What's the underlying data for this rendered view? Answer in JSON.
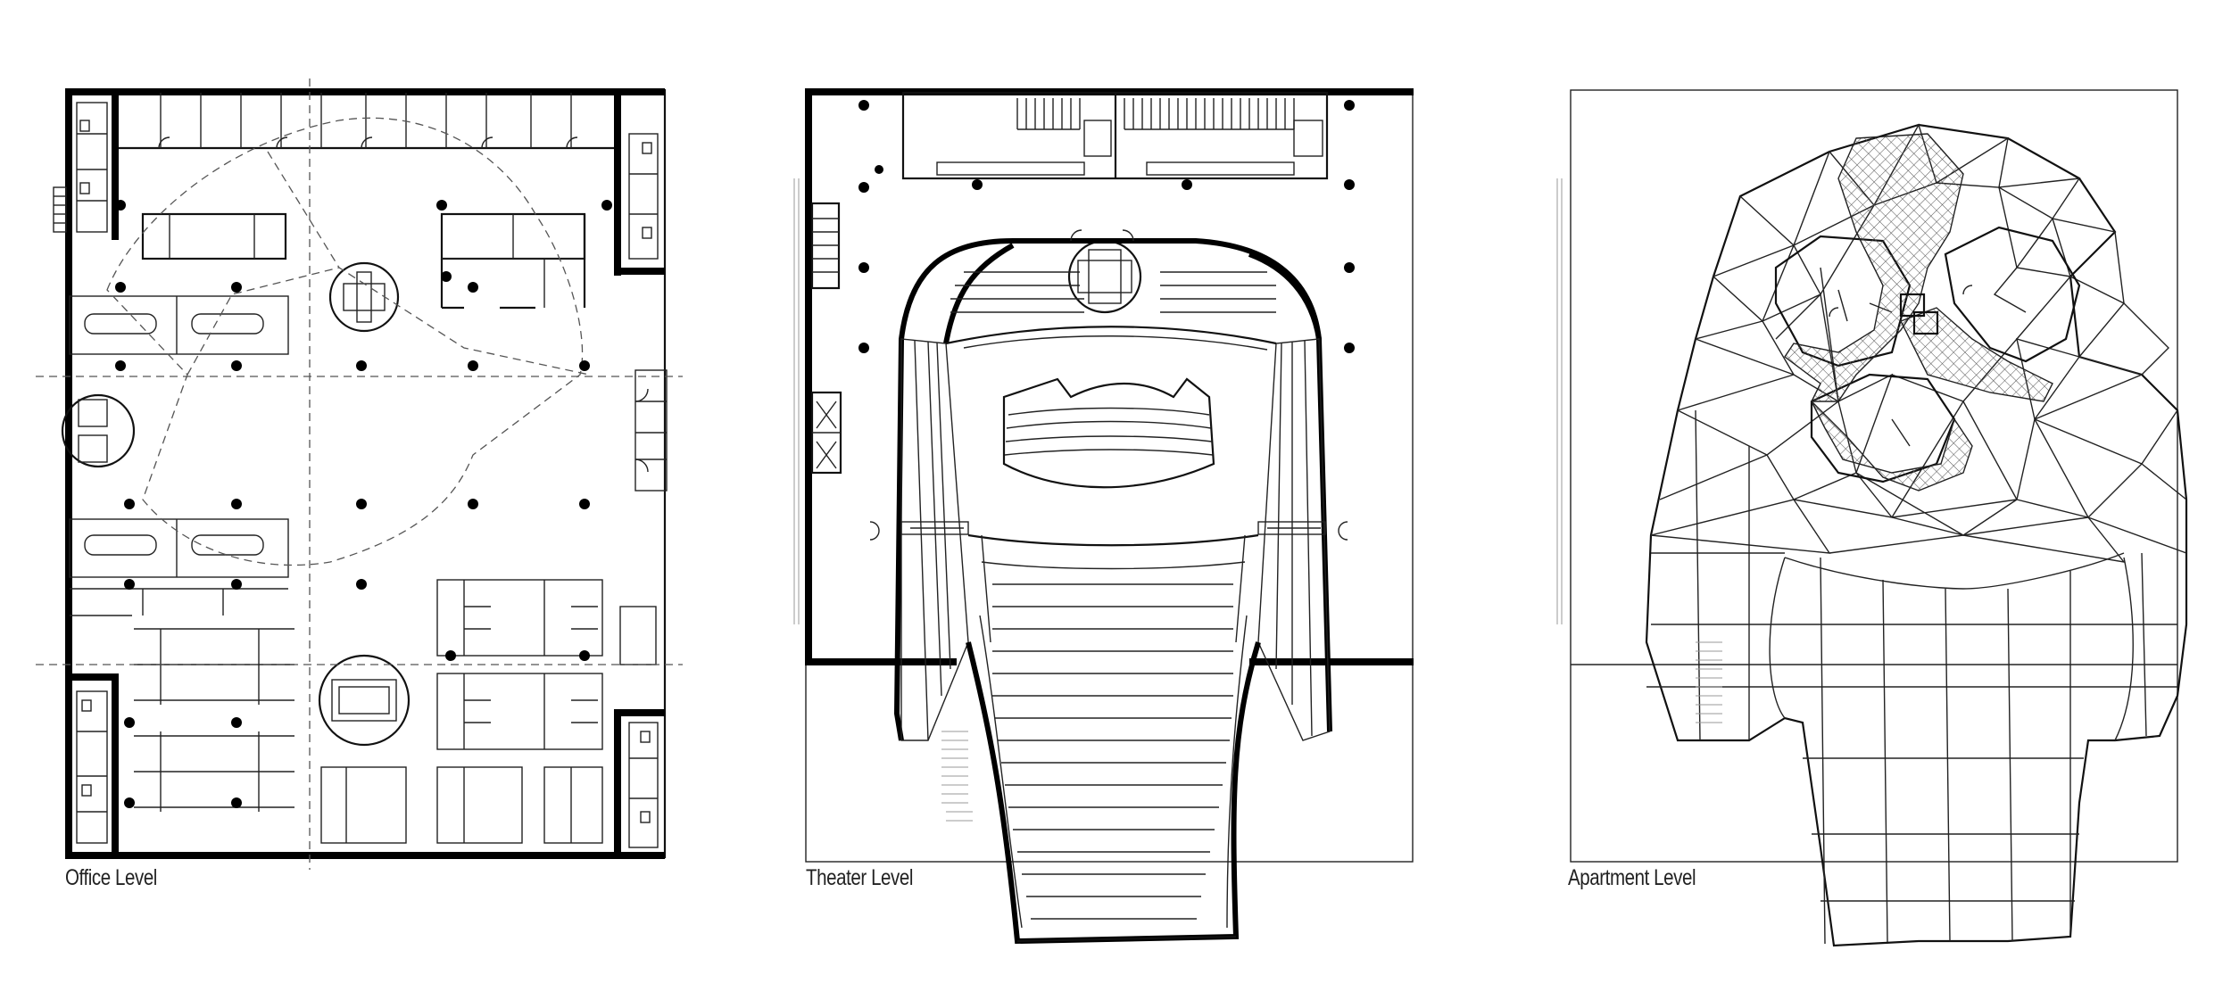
{
  "plans": [
    {
      "id": "office",
      "caption": "Office Level"
    },
    {
      "id": "theater",
      "caption": "Theater Level"
    },
    {
      "id": "apartment",
      "caption": "Apartment Level"
    }
  ],
  "colors": {
    "ink": "#000000",
    "background": "#ffffff",
    "hatch": "#555555"
  }
}
